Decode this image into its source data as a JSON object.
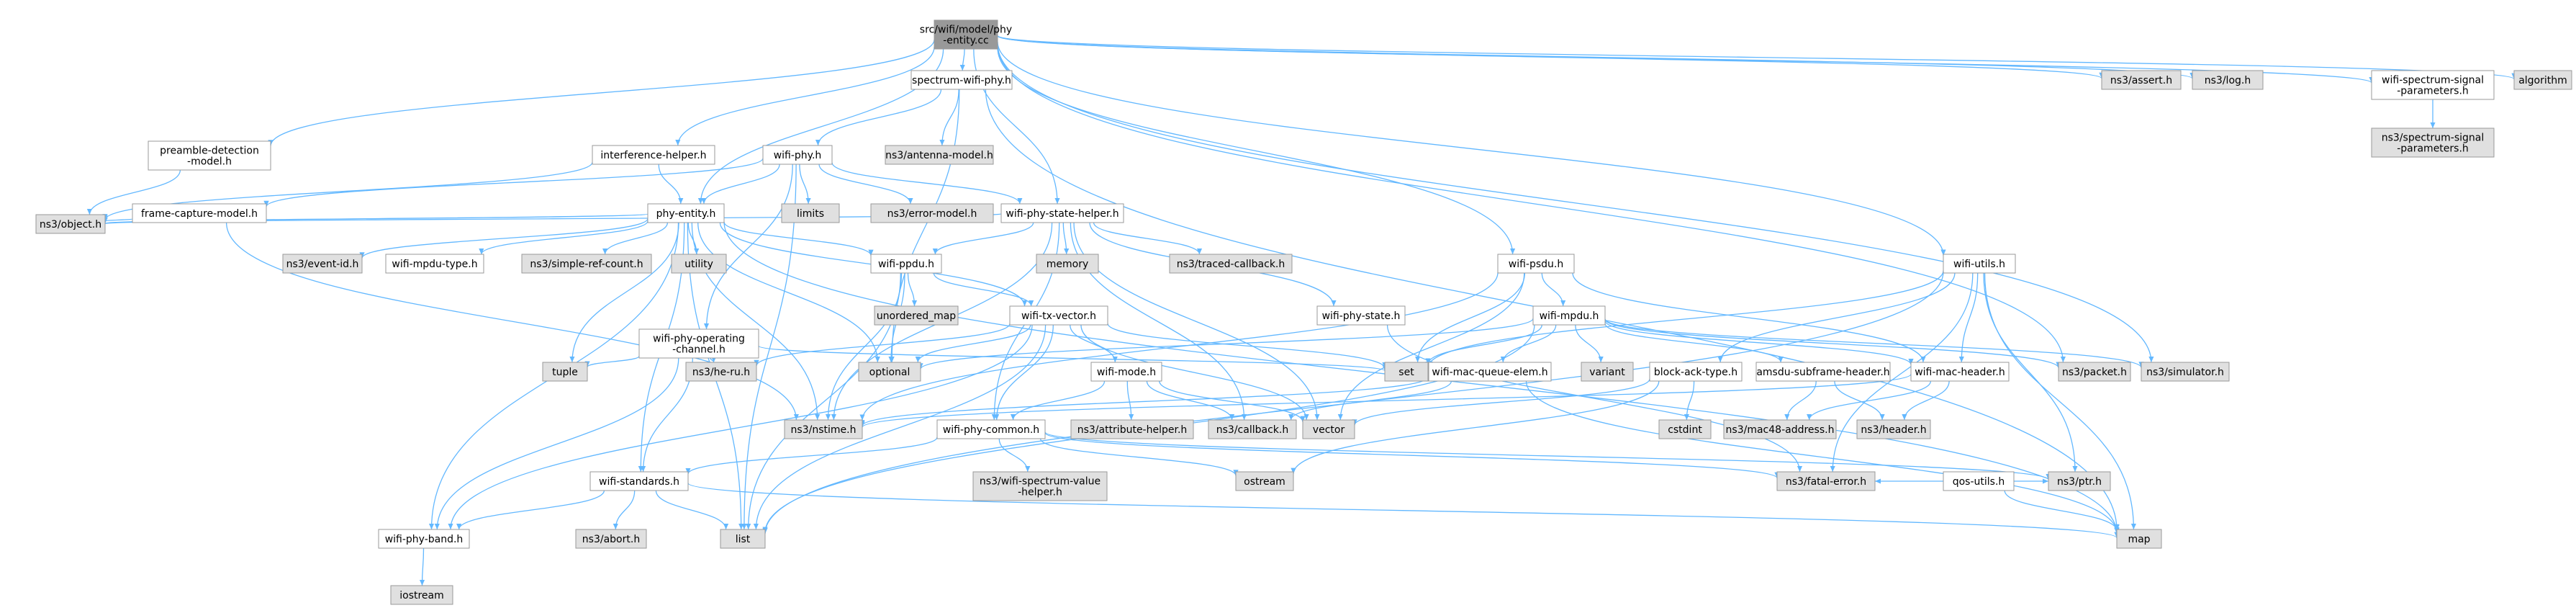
{
  "root": {
    "label_1": "src/wifi/model/phy",
    "label_2": "-entity.cc"
  },
  "colors": {
    "edge": "#63b8ff",
    "root_fill": "#999999",
    "node_fill": "#ffffff",
    "ext_fill": "#e0e0e0",
    "node_border": "#999999",
    "text": "#000000"
  },
  "nodes": [
    {
      "id": "root",
      "lines": [
        "src/wifi/model/phy",
        "-entity.cc"
      ],
      "kind": "root"
    },
    {
      "id": "spectrum_wifi_phy",
      "lines": [
        "spectrum-wifi-phy.h"
      ],
      "kind": "local"
    },
    {
      "id": "ns3_assert",
      "lines": [
        "ns3/assert.h"
      ],
      "kind": "ext"
    },
    {
      "id": "ns3_log",
      "lines": [
        "ns3/log.h"
      ],
      "kind": "ext"
    },
    {
      "id": "wifi_spectrum_signal_params",
      "lines": [
        "wifi-spectrum-signal",
        "-parameters.h"
      ],
      "kind": "local"
    },
    {
      "id": "algorithm",
      "lines": [
        "algorithm"
      ],
      "kind": "ext"
    },
    {
      "id": "ns3_spectrum_signal_params",
      "lines": [
        "ns3/spectrum-signal",
        "-parameters.h"
      ],
      "kind": "ext"
    },
    {
      "id": "preamble_detection",
      "lines": [
        "preamble-detection",
        "-model.h"
      ],
      "kind": "local"
    },
    {
      "id": "interference_helper",
      "lines": [
        "interference-helper.h"
      ],
      "kind": "local"
    },
    {
      "id": "wifi_phy",
      "lines": [
        "wifi-phy.h"
      ],
      "kind": "local"
    },
    {
      "id": "ns3_antenna_model",
      "lines": [
        "ns3/antenna-model.h"
      ],
      "kind": "ext"
    },
    {
      "id": "frame_capture",
      "lines": [
        "frame-capture-model.h"
      ],
      "kind": "local"
    },
    {
      "id": "phy_entity",
      "lines": [
        "phy-entity.h"
      ],
      "kind": "local"
    },
    {
      "id": "limits",
      "lines": [
        "limits"
      ],
      "kind": "ext"
    },
    {
      "id": "ns3_error_model",
      "lines": [
        "ns3/error-model.h"
      ],
      "kind": "ext"
    },
    {
      "id": "wifi_phy_state_helper",
      "lines": [
        "wifi-phy-state-helper.h"
      ],
      "kind": "local"
    },
    {
      "id": "ns3_object",
      "lines": [
        "ns3/object.h"
      ],
      "kind": "ext"
    },
    {
      "id": "ns3_event_id",
      "lines": [
        "ns3/event-id.h"
      ],
      "kind": "ext"
    },
    {
      "id": "wifi_mpdu_type",
      "lines": [
        "wifi-mpdu-type.h"
      ],
      "kind": "local"
    },
    {
      "id": "ns3_simple_ref_count",
      "lines": [
        "ns3/simple-ref-count.h"
      ],
      "kind": "ext"
    },
    {
      "id": "utility",
      "lines": [
        "utility"
      ],
      "kind": "ext"
    },
    {
      "id": "wifi_ppdu",
      "lines": [
        "wifi-ppdu.h"
      ],
      "kind": "local"
    },
    {
      "id": "memory",
      "lines": [
        "memory"
      ],
      "kind": "ext"
    },
    {
      "id": "ns3_traced_callback",
      "lines": [
        "ns3/traced-callback.h"
      ],
      "kind": "ext"
    },
    {
      "id": "wifi_psdu",
      "lines": [
        "wifi-psdu.h"
      ],
      "kind": "local"
    },
    {
      "id": "wifi_utils",
      "lines": [
        "wifi-utils.h"
      ],
      "kind": "local"
    },
    {
      "id": "unordered_map",
      "lines": [
        "unordered_map"
      ],
      "kind": "ext"
    },
    {
      "id": "wifi_tx_vector",
      "lines": [
        "wifi-tx-vector.h"
      ],
      "kind": "local"
    },
    {
      "id": "wifi_phy_state",
      "lines": [
        "wifi-phy-state.h"
      ],
      "kind": "local"
    },
    {
      "id": "wifi_mpdu",
      "lines": [
        "wifi-mpdu.h"
      ],
      "kind": "local"
    },
    {
      "id": "wifi_phy_operating_channel",
      "lines": [
        "wifi-phy-operating",
        "-channel.h"
      ],
      "kind": "local"
    },
    {
      "id": "tuple",
      "lines": [
        "tuple"
      ],
      "kind": "ext"
    },
    {
      "id": "ns3_he_ru",
      "lines": [
        "ns3/he-ru.h"
      ],
      "kind": "ext"
    },
    {
      "id": "optional",
      "lines": [
        "optional"
      ],
      "kind": "ext"
    },
    {
      "id": "set",
      "lines": [
        "set"
      ],
      "kind": "ext"
    },
    {
      "id": "wifi_mode",
      "lines": [
        "wifi-mode.h"
      ],
      "kind": "local"
    },
    {
      "id": "wifi_mac_queue_elem",
      "lines": [
        "wifi-mac-queue-elem.h"
      ],
      "kind": "local"
    },
    {
      "id": "variant",
      "lines": [
        "variant"
      ],
      "kind": "ext"
    },
    {
      "id": "amsdu_subframe_header",
      "lines": [
        "amsdu-subframe-header.h"
      ],
      "kind": "local"
    },
    {
      "id": "block_ack_type",
      "lines": [
        "block-ack-type.h"
      ],
      "kind": "local"
    },
    {
      "id": "wifi_mac_header",
      "lines": [
        "wifi-mac-header.h"
      ],
      "kind": "local"
    },
    {
      "id": "ns3_packet",
      "lines": [
        "ns3/packet.h"
      ],
      "kind": "ext"
    },
    {
      "id": "ns3_simulator",
      "lines": [
        "ns3/simulator.h"
      ],
      "kind": "ext"
    },
    {
      "id": "ns3_nstime",
      "lines": [
        "ns3/nstime.h"
      ],
      "kind": "ext"
    },
    {
      "id": "wifi_phy_common",
      "lines": [
        "wifi-phy-common.h"
      ],
      "kind": "local"
    },
    {
      "id": "ns3_attribute_helper",
      "lines": [
        "ns3/attribute-helper.h"
      ],
      "kind": "ext"
    },
    {
      "id": "ns3_callback",
      "lines": [
        "ns3/callback.h"
      ],
      "kind": "ext"
    },
    {
      "id": "vector",
      "lines": [
        "vector"
      ],
      "kind": "ext"
    },
    {
      "id": "cstdint",
      "lines": [
        "cstdint"
      ],
      "kind": "ext"
    },
    {
      "id": "ns3_mac48_address",
      "lines": [
        "ns3/mac48-address.h"
      ],
      "kind": "ext"
    },
    {
      "id": "ns3_header",
      "lines": [
        "ns3/header.h"
      ],
      "kind": "ext"
    },
    {
      "id": "qos_utils",
      "lines": [
        "qos-utils.h"
      ],
      "kind": "local"
    },
    {
      "id": "ns3_wifi_spectrum_value_helper",
      "lines": [
        "ns3/wifi-spectrum-value",
        "-helper.h"
      ],
      "kind": "ext"
    },
    {
      "id": "ostream",
      "lines": [
        "ostream"
      ],
      "kind": "ext"
    },
    {
      "id": "ns3_fatal_error",
      "lines": [
        "ns3/fatal-error.h"
      ],
      "kind": "ext"
    },
    {
      "id": "ns3_ptr",
      "lines": [
        "ns3/ptr.h"
      ],
      "kind": "ext"
    },
    {
      "id": "wifi_standards",
      "lines": [
        "wifi-standards.h"
      ],
      "kind": "local"
    },
    {
      "id": "wifi_phy_band",
      "lines": [
        "wifi-phy-band.h"
      ],
      "kind": "local"
    },
    {
      "id": "ns3_abort",
      "lines": [
        "ns3/abort.h"
      ],
      "kind": "ext"
    },
    {
      "id": "list",
      "lines": [
        "list"
      ],
      "kind": "ext"
    },
    {
      "id": "map",
      "lines": [
        "map"
      ],
      "kind": "ext"
    },
    {
      "id": "iostream",
      "lines": [
        "iostream"
      ],
      "kind": "ext"
    }
  ],
  "edges": [
    [
      "root",
      "spectrum_wifi_phy"
    ],
    [
      "root",
      "ns3_assert"
    ],
    [
      "root",
      "ns3_log"
    ],
    [
      "root",
      "wifi_spectrum_signal_params"
    ],
    [
      "root",
      "algorithm"
    ],
    [
      "root",
      "preamble_detection"
    ],
    [
      "root",
      "interference_helper"
    ],
    [
      "root",
      "phy_entity"
    ],
    [
      "root",
      "wifi_psdu"
    ],
    [
      "root",
      "wifi_utils"
    ],
    [
      "root",
      "ns3_packet"
    ],
    [
      "root",
      "ns3_simulator"
    ],
    [
      "root",
      "wifi_phy_state_helper"
    ],
    [
      "wifi_spectrum_signal_params",
      "ns3_spectrum_signal_params"
    ],
    [
      "spectrum_wifi_phy",
      "wifi_phy"
    ],
    [
      "spectrum_wifi_phy",
      "ns3_antenna_model"
    ],
    [
      "spectrum_wifi_phy",
      "optional"
    ],
    [
      "spectrum_wifi_phy",
      "map"
    ],
    [
      "preamble_detection",
      "ns3_object"
    ],
    [
      "interference_helper",
      "phy_entity"
    ],
    [
      "interference_helper",
      "ns3_object"
    ],
    [
      "wifi_phy",
      "phy_entity"
    ],
    [
      "wifi_phy",
      "limits"
    ],
    [
      "wifi_phy",
      "ns3_error_model"
    ],
    [
      "wifi_phy",
      "wifi_phy_state_helper"
    ],
    [
      "wifi_phy",
      "frame_capture"
    ],
    [
      "wifi_phy",
      "wifi_phy_operating_channel"
    ],
    [
      "wifi_phy",
      "list"
    ],
    [
      "frame_capture",
      "ns3_object"
    ],
    [
      "frame_capture",
      "ns3_nstime"
    ],
    [
      "phy_entity",
      "ns3_object"
    ],
    [
      "phy_entity",
      "ns3_event_id"
    ],
    [
      "phy_entity",
      "wifi_mpdu_type"
    ],
    [
      "phy_entity",
      "ns3_simple_ref_count"
    ],
    [
      "phy_entity",
      "utility"
    ],
    [
      "phy_entity",
      "wifi_ppdu"
    ],
    [
      "phy_entity",
      "wifi_tx_vector"
    ],
    [
      "phy_entity",
      "tuple"
    ],
    [
      "phy_entity",
      "optional"
    ],
    [
      "phy_entity",
      "ns3_nstime"
    ],
    [
      "phy_entity",
      "list"
    ],
    [
      "phy_entity",
      "map"
    ],
    [
      "phy_entity",
      "wifi_phy_band"
    ],
    [
      "phy_entity",
      "wifi_standards"
    ],
    [
      "wifi_phy_state_helper",
      "memory"
    ],
    [
      "wifi_phy_state_helper",
      "ns3_traced_callback"
    ],
    [
      "wifi_phy_state_helper",
      "wifi_phy_state"
    ],
    [
      "wifi_phy_state_helper",
      "wifi_ppdu"
    ],
    [
      "wifi_phy_state_helper",
      "ns3_callback"
    ],
    [
      "wifi_phy_state_helper",
      "vector"
    ],
    [
      "wifi_phy_state_helper",
      "ns3_nstime"
    ],
    [
      "wifi_phy_state_helper",
      "wifi_phy_common"
    ],
    [
      "wifi_phy_state_helper",
      "ns3_object"
    ],
    [
      "wifi_ppdu",
      "unordered_map"
    ],
    [
      "wifi_ppdu",
      "wifi_tx_vector"
    ],
    [
      "wifi_ppdu",
      "optional"
    ],
    [
      "wifi_ppdu",
      "ns3_nstime"
    ],
    [
      "wifi_ppdu",
      "list"
    ],
    [
      "wifi_tx_vector",
      "wifi_mode"
    ],
    [
      "wifi_tx_vector",
      "wifi_phy_common"
    ],
    [
      "wifi_tx_vector",
      "ns3_he_ru"
    ],
    [
      "wifi_tx_vector",
      "optional"
    ],
    [
      "wifi_tx_vector",
      "set"
    ],
    [
      "wifi_tx_vector",
      "vector"
    ],
    [
      "wifi_tx_vector",
      "list"
    ],
    [
      "wifi_tx_vector",
      "wifi_phy_band"
    ],
    [
      "wifi_phy_state",
      "ns3_fatal_error"
    ],
    [
      "wifi_psdu",
      "wifi_mpdu"
    ],
    [
      "wifi_psdu",
      "set"
    ],
    [
      "wifi_psdu",
      "ns3_nstime"
    ],
    [
      "wifi_psdu",
      "vector"
    ],
    [
      "wifi_psdu",
      "wifi_mac_header"
    ],
    [
      "wifi_mpdu",
      "variant"
    ],
    [
      "wifi_mpdu",
      "amsdu_subframe_header"
    ],
    [
      "wifi_mpdu",
      "wifi_mac_header"
    ],
    [
      "wifi_mpdu",
      "wifi_mac_queue_elem"
    ],
    [
      "wifi_mpdu",
      "ns3_packet"
    ],
    [
      "wifi_mpdu",
      "ns3_simulator"
    ],
    [
      "wifi_mpdu",
      "set"
    ],
    [
      "wifi_mpdu",
      "optional"
    ],
    [
      "wifi_mpdu",
      "list"
    ],
    [
      "wifi_utils",
      "block_ack_type"
    ],
    [
      "wifi_utils",
      "wifi_mac_header"
    ],
    [
      "wifi_utils",
      "ns3_fatal_error"
    ],
    [
      "wifi_utils",
      "ns3_ptr"
    ],
    [
      "wifi_utils",
      "map"
    ],
    [
      "wifi_utils",
      "list"
    ],
    [
      "wifi_utils",
      "set"
    ],
    [
      "wifi_phy_operating_channel",
      "tuple"
    ],
    [
      "wifi_phy_operating_channel",
      "ns3_he_ru"
    ],
    [
      "wifi_phy_operating_channel",
      "set"
    ],
    [
      "wifi_phy_operating_channel",
      "wifi_standards"
    ],
    [
      "wifi_phy_operating_channel",
      "wifi_phy_band"
    ],
    [
      "wifi_mode",
      "ns3_attribute_helper"
    ],
    [
      "wifi_mode",
      "ns3_callback"
    ],
    [
      "wifi_mode",
      "vector"
    ],
    [
      "wifi_mode",
      "wifi_phy_common"
    ],
    [
      "wifi_mac_queue_elem",
      "ns3_nstime"
    ],
    [
      "wifi_mac_queue_elem",
      "ns3_callback"
    ],
    [
      "wifi_mac_queue_elem",
      "map"
    ],
    [
      "amsdu_subframe_header",
      "ns3_mac48_address"
    ],
    [
      "amsdu_subframe_header",
      "ns3_header"
    ],
    [
      "block_ack_type",
      "cstdint"
    ],
    [
      "block_ack_type",
      "vector"
    ],
    [
      "block_ack_type",
      "ostream"
    ],
    [
      "wifi_mac_header",
      "ns3_mac48_address"
    ],
    [
      "wifi_mac_header",
      "ns3_header"
    ],
    [
      "wifi_mac_header",
      "ns3_nstime"
    ],
    [
      "qos_utils",
      "ns3_fatal_error"
    ],
    [
      "qos_utils",
      "ns3_ptr"
    ],
    [
      "qos_utils",
      "map"
    ],
    [
      "wifi_phy_common",
      "ns3_wifi_spectrum_value_helper"
    ],
    [
      "wifi_phy_common",
      "ostream"
    ],
    [
      "wifi_phy_common",
      "ns3_fatal_error"
    ],
    [
      "wifi_phy_common",
      "ns3_ptr"
    ],
    [
      "wifi_phy_common",
      "wifi_standards"
    ],
    [
      "wifi_standards",
      "wifi_phy_band"
    ],
    [
      "wifi_standards",
      "ns3_abort"
    ],
    [
      "wifi_standards",
      "list"
    ],
    [
      "wifi_standards",
      "map"
    ],
    [
      "wifi_phy_band",
      "iostream"
    ]
  ]
}
